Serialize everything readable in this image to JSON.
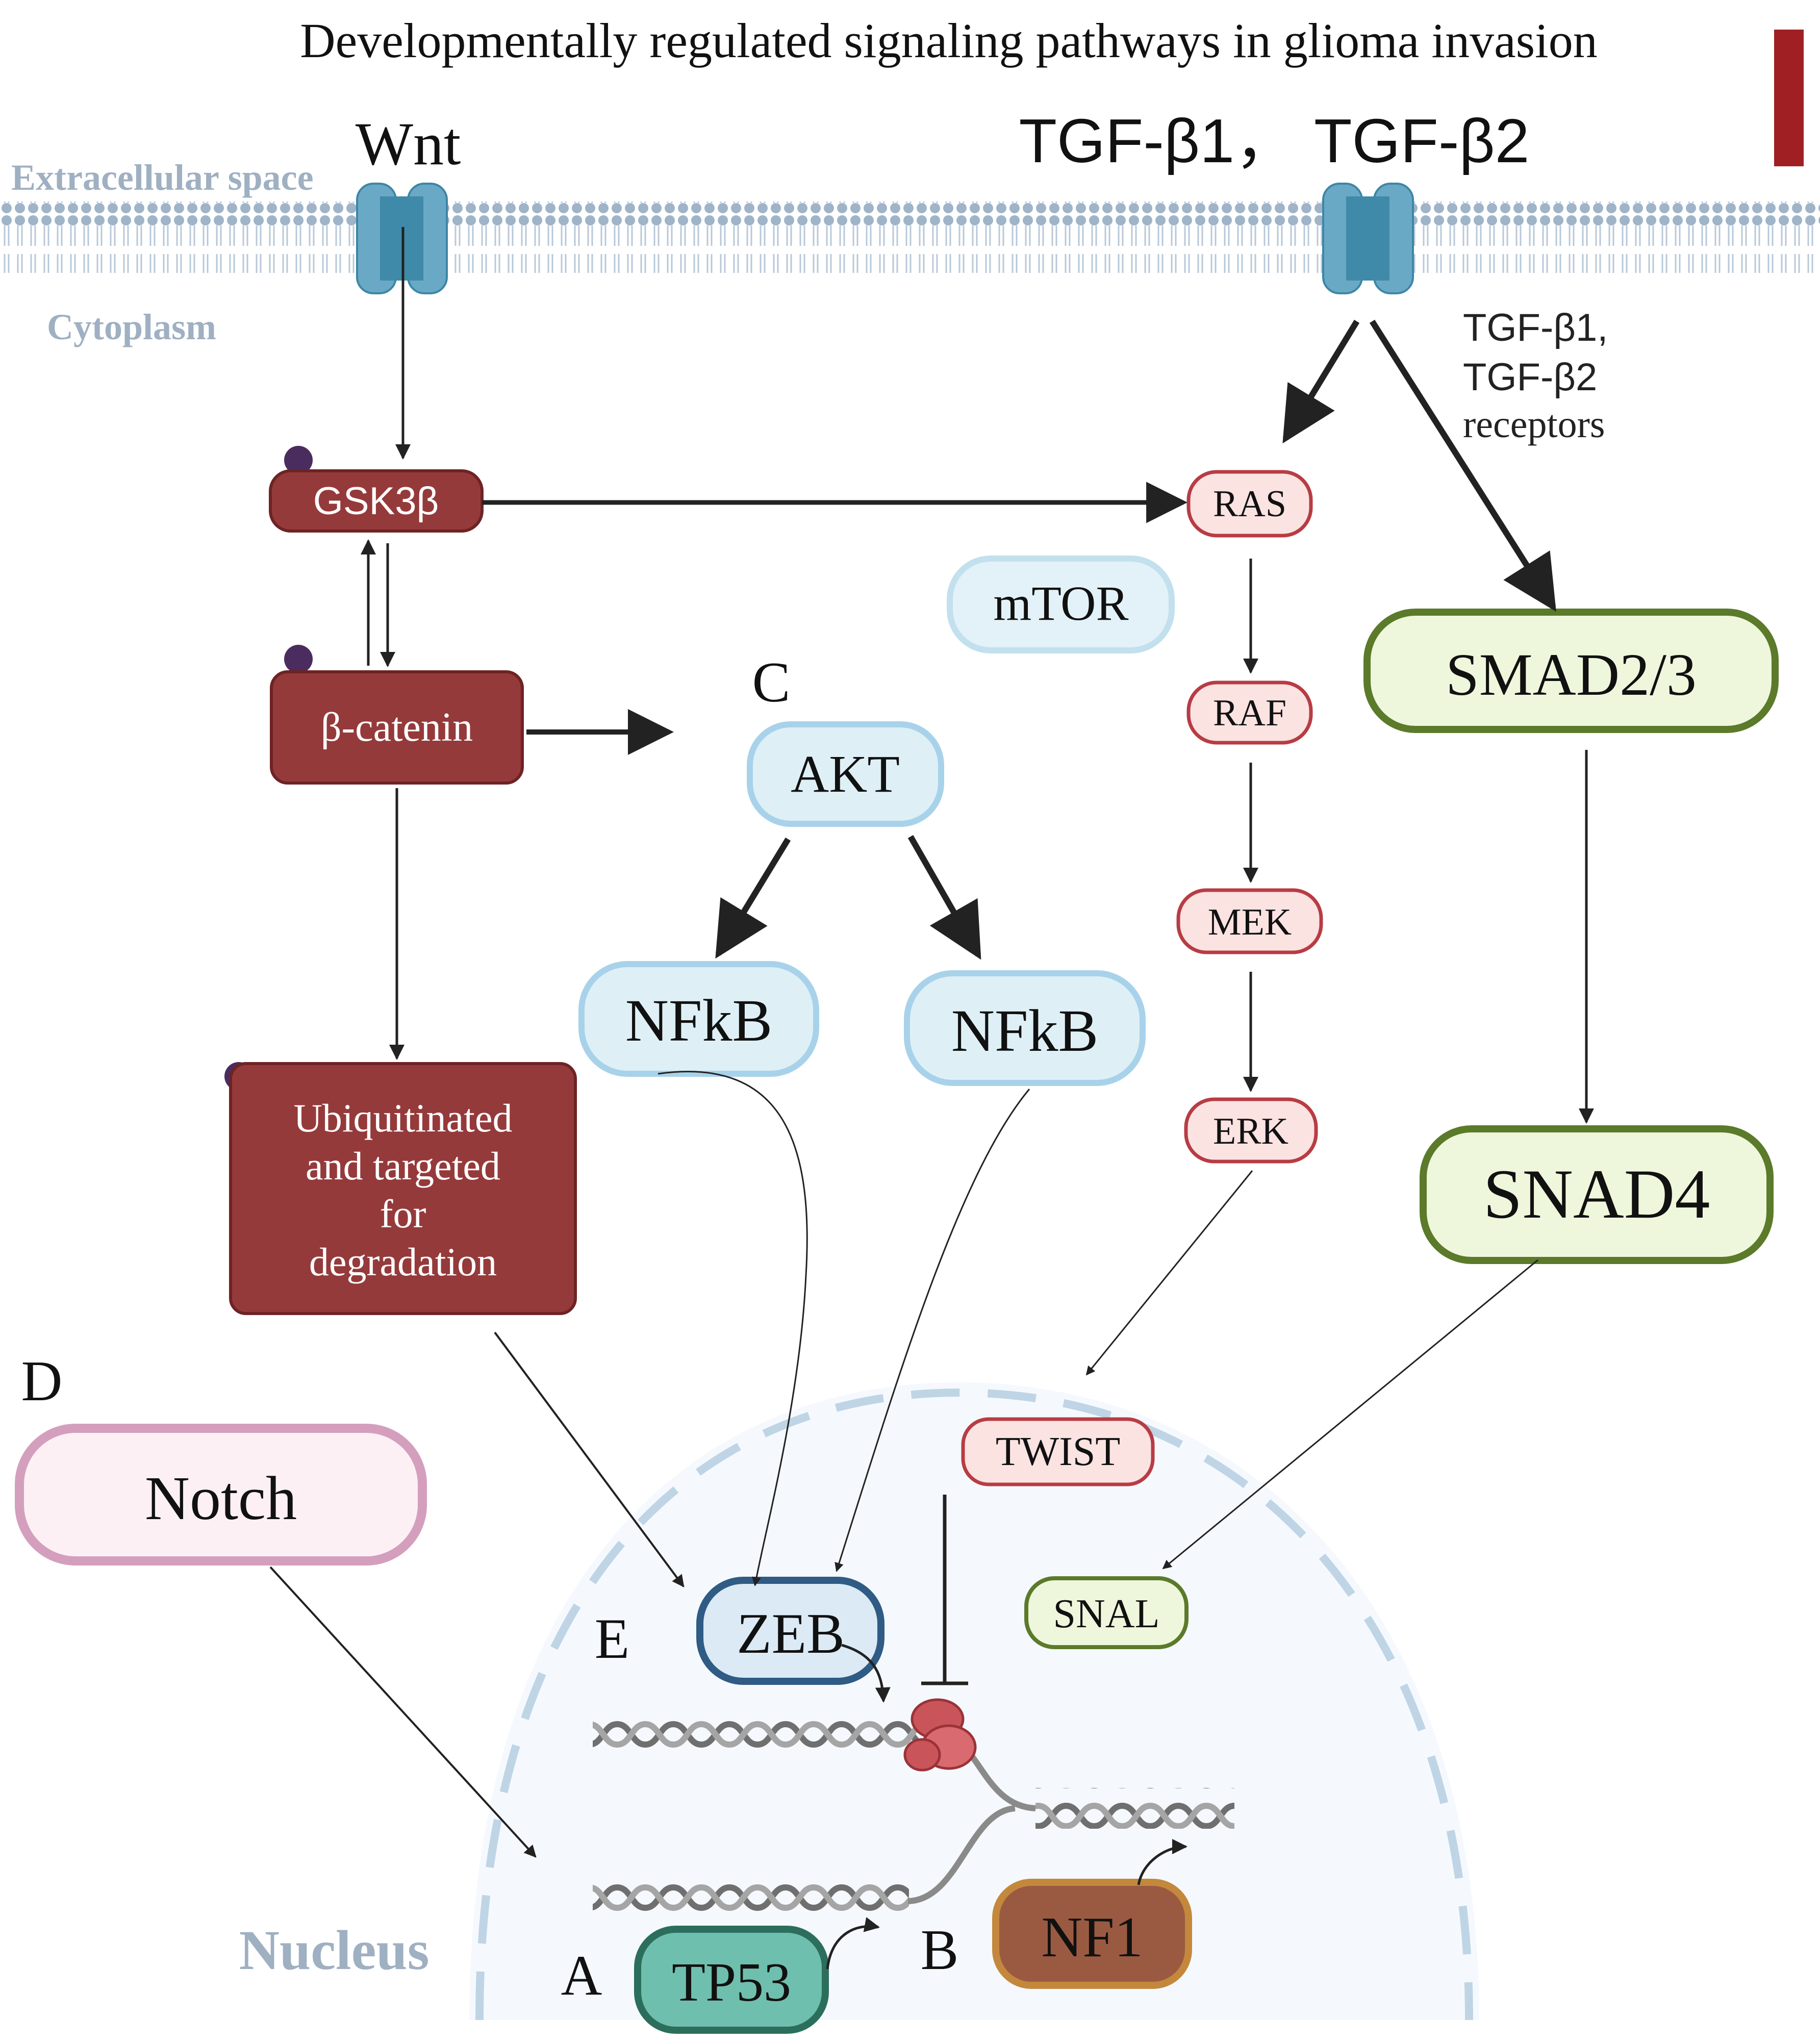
{
  "title": "Developmentally regulated signaling pathways in glioma invasion",
  "regions": {
    "extracellular": "Extracellular space",
    "cytoplasm": "Cytoplasm",
    "nucleus": "Nucleus"
  },
  "ligands": {
    "wnt": "Wnt",
    "tgf": "TGF-β1， TGF-β2"
  },
  "receptor_label": {
    "line1": "TGF-β1,",
    "line2": "TGF-β2",
    "line3": "receptors"
  },
  "wnt_pathway": {
    "gsk3b": "GSK3β",
    "bcatenin": "β-catenin",
    "ubiq": [
      "Ubiquitinated",
      "and targeted",
      "for",
      "degradation"
    ]
  },
  "akt_pathway": {
    "mtor": "mTOR",
    "akt": "AKT",
    "nfkb_left": "NFkB",
    "nfkb_right": "NFkB"
  },
  "mapk_pathway": {
    "ras": "RAS",
    "raf": "RAF",
    "mek": "MEK",
    "erk": "ERK"
  },
  "smad_pathway": {
    "smad23": "SMAD2/3",
    "snad4": "SNAD4"
  },
  "notch": "Notch",
  "nucleus_factors": {
    "twist": "TWIST",
    "snal": "SNAL",
    "zeb": "ZEB",
    "nf1": "NF1",
    "tp53": "TP53"
  },
  "panel_letters": {
    "a": "A",
    "b": "B",
    "c": "C",
    "d": "D",
    "e": "E"
  },
  "colors": {
    "dark_red": "#953a3b",
    "pink_fill": "#fbe3e2",
    "pink_stroke": "#b83c44",
    "light_blue_fill": "#def0f6",
    "light_blue_stroke": "#a8d2ea",
    "green_fill": "#eef7dc",
    "green_stroke": "#5b7a2a",
    "notch_fill": "#fdf0f4",
    "notch_stroke": "#d49fbd",
    "zeb_stroke": "#2f5b85",
    "teal": "#6fbfae",
    "brown": "#9a5a42",
    "membrane": "#9fb4c8",
    "receptor": "#6aa9c5",
    "scale_bar": "#a01f23"
  }
}
